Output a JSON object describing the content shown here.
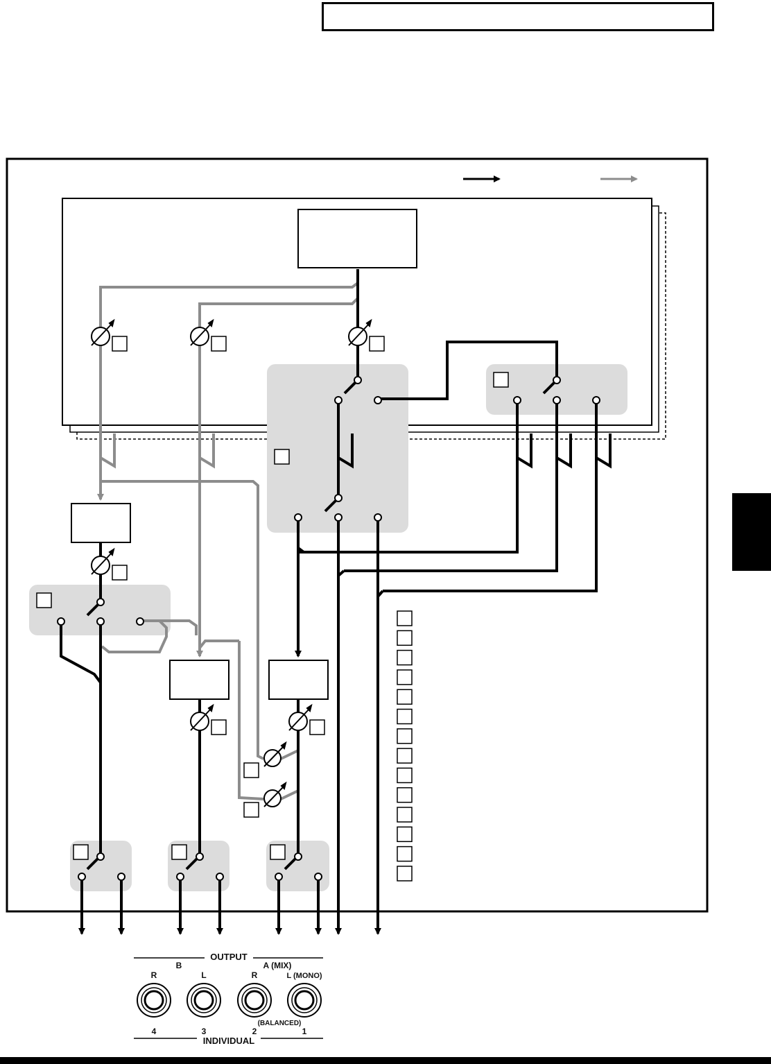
{
  "header_box_text": "",
  "legend": {
    "black_arrow_color": "#000000",
    "gray_arrow_color": "#8c8c8c",
    "black_arrow_label": "",
    "gray_arrow_label": ""
  },
  "colors": {
    "signal_black": "#000000",
    "signal_gray": "#8c8c8c",
    "switch_group_fill": "#dcdcdc"
  },
  "output_panel": {
    "output_label": "OUTPUT",
    "section_b": "B",
    "section_a": "A (MIX)",
    "jacks": [
      {
        "top_label": "R",
        "number": "4"
      },
      {
        "top_label": "L",
        "number": "3"
      },
      {
        "top_label": "R",
        "number": "2"
      },
      {
        "top_label": "L (MONO)",
        "number": "1"
      }
    ],
    "balanced_label": "(BALANCED)",
    "individual_label": "INDIVIDUAL"
  },
  "number_boxes": [
    "",
    "",
    "",
    "",
    "",
    "",
    "",
    "",
    "",
    "",
    "",
    "",
    "",
    ""
  ]
}
